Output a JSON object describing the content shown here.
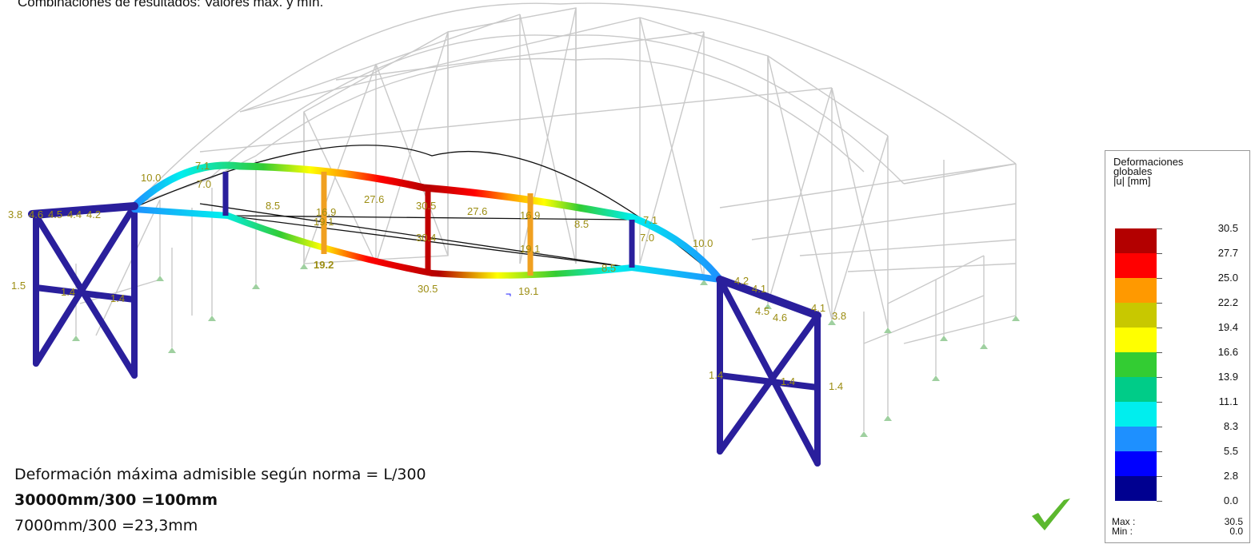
{
  "header": {
    "text": "Combinaciones de resultados: Valores máx. y mín."
  },
  "beam_labels": [
    "10.0",
    "7.1",
    "7.0",
    "8.5",
    "16.9",
    "27.6",
    "30.5",
    "27.6",
    "16.9",
    "8.5",
    "7.1",
    "7.0",
    "10.0",
    "19.1",
    "30.4",
    "19.1",
    "19.2",
    "30.5",
    "19.1",
    "8.5",
    "3.8",
    "4.6",
    "4.5",
    "4.4",
    "4.2",
    "1.5",
    "1.4",
    "1.4",
    "4.2",
    "4.1",
    "4.5",
    "4.6",
    "4.1",
    "3.8",
    "1.4",
    "1.4",
    "1.4"
  ],
  "legend": {
    "title": [
      "Deformaciones",
      "globales",
      "|u| [mm]"
    ],
    "ticks": [
      "30.5",
      "27.7",
      "25.0",
      "22.2",
      "19.4",
      "16.6",
      "13.9",
      "11.1",
      "8.3",
      "5.5",
      "2.8",
      "0.0"
    ],
    "colors": [
      "#b30000",
      "#ff0000",
      "#ff9900",
      "#c8c800",
      "#ffff00",
      "#33cc33",
      "#00cc88",
      "#00eeee",
      "#1e90ff",
      "#0000ff",
      "#000090"
    ],
    "max_label": "Max :",
    "max_value": "30.5",
    "min_label": "Min :",
    "min_value": "0.0"
  },
  "notes": {
    "line1": "Deformación máxima admisible según norma = L/300",
    "line2": "30000mm/300 =100mm",
    "line3": "7000mm/300 =23,3mm"
  },
  "status_icon": "checkmark-icon"
}
